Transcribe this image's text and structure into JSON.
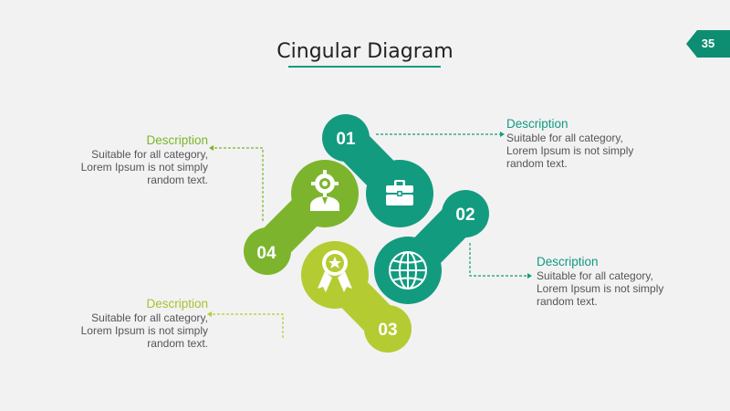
{
  "title": "Cingular Diagram",
  "page_number": "35",
  "colors": {
    "teal": "#139b80",
    "teal_dark": "#0d8e72",
    "green": "#7cb52d",
    "lime": "#b5cb32"
  },
  "items": [
    {
      "number": "01",
      "heading": "Description",
      "text": "Suitable for all category, Lorem Ipsum is not simply random text.",
      "icon": "briefcase-icon",
      "color": "#139b80"
    },
    {
      "number": "02",
      "heading": "Description",
      "text": "Suitable for all category, Lorem Ipsum is not simply random text.",
      "icon": "globe-icon",
      "color": "#139b80"
    },
    {
      "number": "03",
      "heading": "Description",
      "text": "Suitable for all category, Lorem Ipsum is not simply random text.",
      "icon": "award-ribbon-icon",
      "color": "#b5cb32"
    },
    {
      "number": "04",
      "heading": "Description",
      "text": "Suitable for all category, Lorem Ipsum is not simply random text.",
      "icon": "person-gear-icon",
      "color": "#7cb52d"
    }
  ]
}
